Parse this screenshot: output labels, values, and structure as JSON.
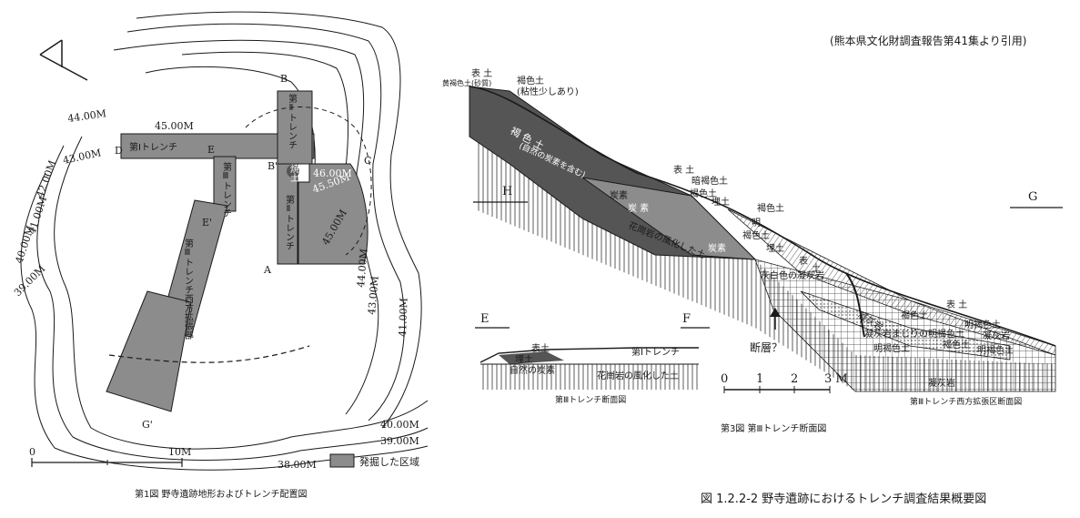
{
  "citation": "(熊本県文化財調査報告第41集より引用)",
  "figure_caption": "図 1.2.2-2 野寺遺跡におけるトレンチ調査結果概要図",
  "colors": {
    "ink": "#1a1a1a",
    "excavated_fill": "#8c8c8c",
    "dark_fill": "#555555",
    "paper": "#ffffff"
  },
  "map": {
    "caption": "第1図 野寺遺跡地形およびトレンチ配置図",
    "contours": [
      "45.00M",
      "44.00M",
      "43.00M",
      "42.00M",
      "41.00M",
      "40.00M",
      "39.00M",
      "38.00M",
      "46.00M",
      "45.50M",
      "45.00M",
      "44.00M",
      "43.00M",
      "41.00M",
      "40.00M",
      "39.00M"
    ],
    "points": [
      "B",
      "D",
      "E",
      "C",
      "B'",
      "A",
      "E'",
      "G'"
    ],
    "trenches": [
      "第Ⅰトレンチ",
      "第Ⅱトレンチ",
      "第Ⅲトレンチ",
      "第Ⅱトレンチ",
      "第Ⅲトレンチ西方拡張部"
    ],
    "kiln_label": "焼土",
    "scale": {
      "zero": "0",
      "end": "10M"
    },
    "legend": "発掘した区域"
  },
  "section_main": {
    "caption": "第Ⅲトレンチ西方拡張区断面図",
    "left_letter": "H",
    "right_letter": "G",
    "labels": {
      "hyoudo1": "表 土",
      "top_left": "黄褐色土(砂質)",
      "kasshoku_top": "褐色土",
      "nenseki": "(粘性少しあり)",
      "kasshoku_big": "褐 色 土",
      "shizen_tanso": "(自然の炭素を含む)",
      "hyoudo2": "表 土",
      "ankasshoku": "暗褐色土",
      "kasshoku2": "褐色土",
      "maido1": "埋土",
      "tanso1": "炭素",
      "tanso2": "炭 素",
      "kakougan": "花崗岩の風化した土",
      "tanso3": "炭素",
      "kasshoku3": "褐色土",
      "mei1": "明",
      "mei2": "褐色土",
      "maido2": "埋土",
      "hyoudo3": "表",
      "hyoudo3b": "土",
      "haihaku": "灰白色の凝灰岩",
      "hyoudo4": "表 土",
      "kasshoku4": "褐色土",
      "gyoukaigan": "凝灰岩",
      "meikasshoku": "明褐色土",
      "gyoukai_mamire": "凝灰岩まじりの明褐色土",
      "gyoukai2": "凝灰岩",
      "meikasshoku2": "明褐色土",
      "kasshoku5": "褐色土",
      "mei3": "明褐色土",
      "gyoukai3": "凝灰岩",
      "fault": "断層？"
    },
    "scale": [
      "0",
      "1",
      "2",
      "3 M"
    ]
  },
  "section_small": {
    "caption": "第Ⅲトレンチ断面図",
    "left_letter": "E",
    "right_letter": "F",
    "labels": {
      "hyoudo": "表土",
      "maido": "埋土",
      "trench1": "第Ⅰトレンチ",
      "shizen": "自然の炭素",
      "kakougan": "花崗岩の風化した土"
    }
  },
  "section_fig_caption": "第3図 第Ⅲトレンチ断面図"
}
